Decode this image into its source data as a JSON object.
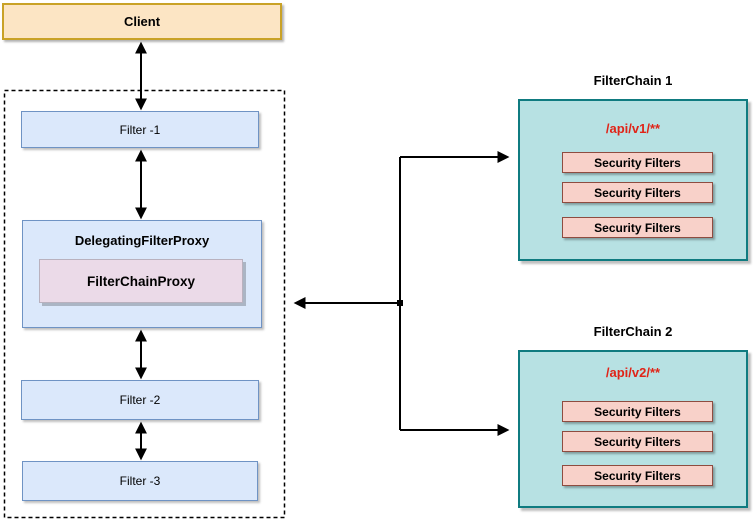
{
  "client": {
    "label": "Client"
  },
  "pipeline": {
    "filter_1": {
      "label": "Filter -1"
    },
    "delegating_filter_proxy": {
      "label": "DelegatingFilterProxy"
    },
    "filter_chain_proxy": {
      "label": "FilterChainProxy"
    },
    "filter_2": {
      "label": "Filter -2"
    },
    "filter_3": {
      "label": "Filter -3"
    }
  },
  "chains": [
    {
      "title": "FilterChain 1",
      "url_pattern": "/api/v1/**",
      "filters": [
        "Security Filters",
        "Security Filters",
        "Security Filters"
      ]
    },
    {
      "title": "FilterChain 2",
      "url_pattern": "/api/v2/**",
      "filters": [
        "Security Filters",
        "Security Filters",
        "Security Filters"
      ]
    }
  ],
  "colors": {
    "client_fill": "#fce5c4",
    "client_border": "#c9a227",
    "filter_fill": "#dbe8fb",
    "filter_border": "#6f93c4",
    "proxy_inner_fill": "#ebdae8",
    "proxy_inner_border": "#b9b1be",
    "chain_fill": "#b7e1e3",
    "chain_border": "#0f7b80",
    "security_fill": "#f8d1c9",
    "security_border": "#8e4c40",
    "url_pattern_text": "#e02418",
    "arrow": "#000000"
  }
}
